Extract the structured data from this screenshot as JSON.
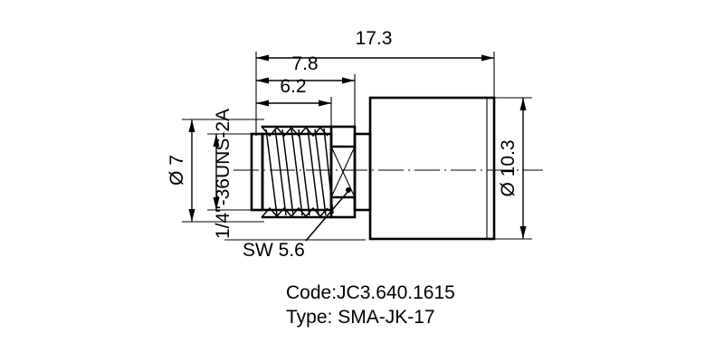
{
  "drawing": {
    "title_alt": "SMA-JK-17 connector outline drawing",
    "dimensions": {
      "overall_length": "17.3",
      "shoulder_length": "7.8",
      "thread_length": "6.2",
      "flange_diameter": "Ø 10.3",
      "body_diameter": "Ø 7",
      "thread_spec": "1/4\"-36UNS-2A",
      "wrench_flat": "SW 5.6"
    },
    "caption": {
      "code": "Code:JC3.640.1615",
      "type": "Type: SMA-JK-17"
    },
    "colors": {
      "line": "#000000",
      "background": "#ffffff"
    }
  }
}
